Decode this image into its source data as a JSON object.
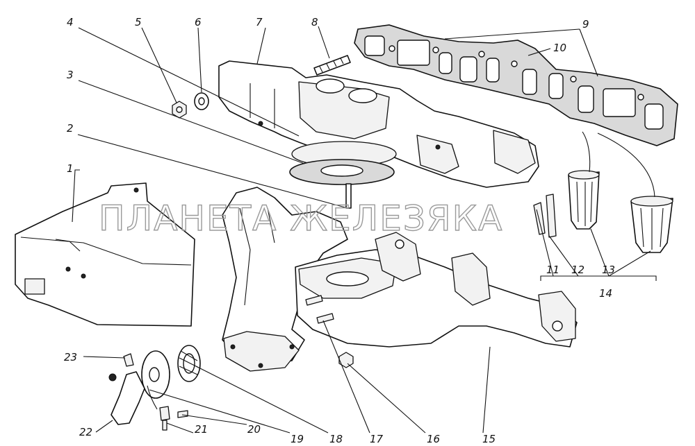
{
  "watermark": "ПЛАНЕТА ЖЕЛЕЗЯКА",
  "callouts": [
    "1",
    "2",
    "3",
    "4",
    "5",
    "6",
    "7",
    "8",
    "9",
    "10",
    "11",
    "12",
    "13",
    "14",
    "15",
    "16",
    "17",
    "18",
    "19",
    "20",
    "21",
    "22",
    "23"
  ]
}
